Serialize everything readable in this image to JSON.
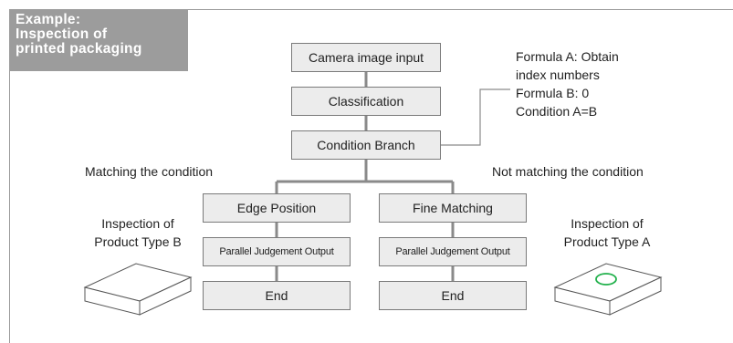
{
  "example_tag": {
    "line1": "Example:",
    "line2": "Inspection of",
    "line3": "printed packaging"
  },
  "flow": {
    "camera_input": "Camera image input",
    "classification": "Classification",
    "condition_branch": "Condition Branch",
    "edge_position": "Edge Position",
    "fine_matching": "Fine Matching",
    "parallel_output": "Parallel Judgement Output",
    "end": "End"
  },
  "formula_note": {
    "line1": "Formula A: Obtain",
    "line2": "index numbers",
    "line3": "Formula B: 0",
    "line4": "Condition A=B"
  },
  "branches": {
    "matching": "Matching the condition",
    "not_matching": "Not matching the condition"
  },
  "products": {
    "type_b_line1": "Inspection of",
    "type_b_line2": "Product Type B",
    "type_a_line1": "Inspection of",
    "type_a_line2": "Product Type A"
  },
  "colors": {
    "tag_bg": "#9c9c9c",
    "box_fill": "#ececec",
    "connector": "#8a8a8a",
    "mark_green": "#22b14c"
  }
}
